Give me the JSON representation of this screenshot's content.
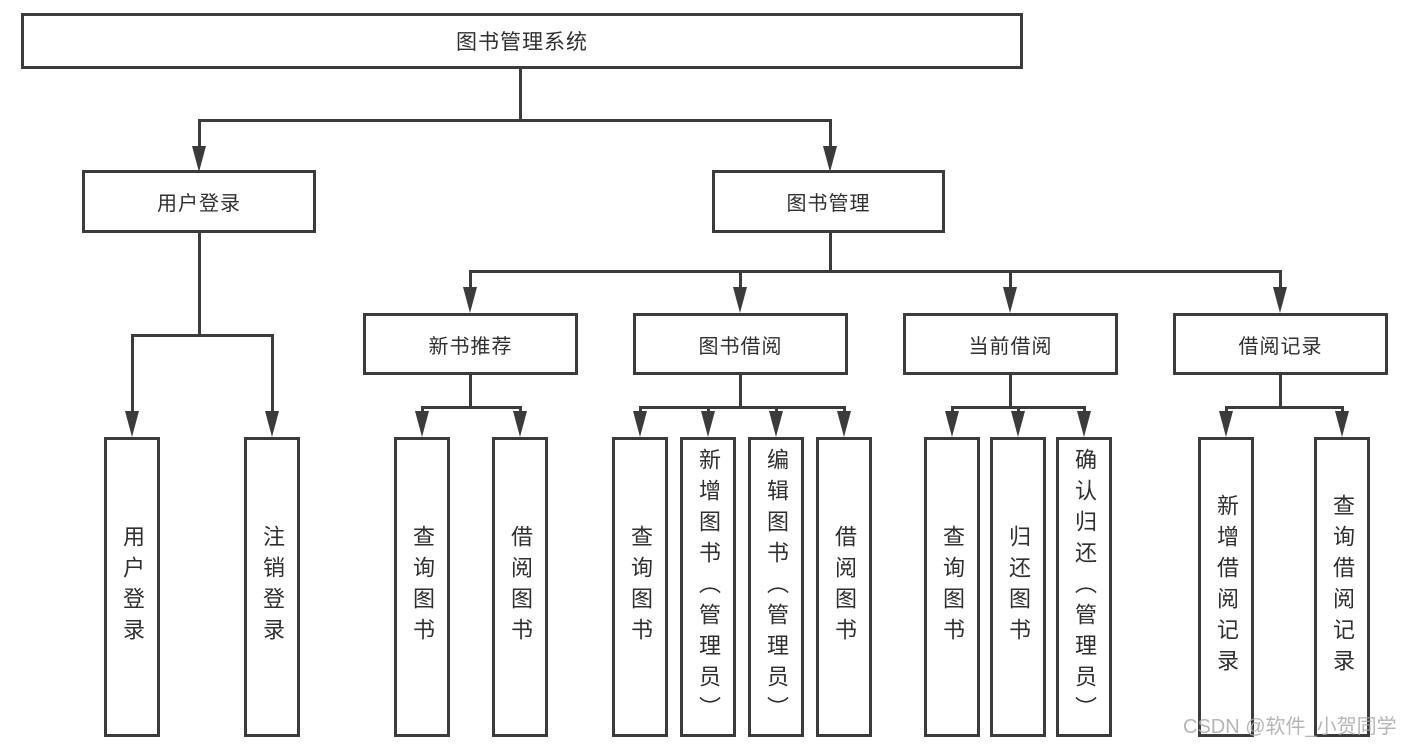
{
  "tree": {
    "label": "图书管理系统",
    "children": [
      {
        "label": "用户登录",
        "children": [
          {
            "label": "用户登录"
          },
          {
            "label": "注销登录"
          }
        ]
      },
      {
        "label": "图书管理",
        "children": [
          {
            "label": "新书推荐",
            "children": [
              {
                "label": "查询图书"
              },
              {
                "label": "借阅图书"
              }
            ]
          },
          {
            "label": "图书借阅",
            "children": [
              {
                "label": "查询图书"
              },
              {
                "label": "新增图书（管理员）"
              },
              {
                "label": "编辑图书（管理员）"
              },
              {
                "label": "借阅图书"
              }
            ]
          },
          {
            "label": "当前借阅",
            "children": [
              {
                "label": "查询图书"
              },
              {
                "label": "归还图书"
              },
              {
                "label": "确认归还（管理员）"
              }
            ]
          },
          {
            "label": "借阅记录",
            "children": [
              {
                "label": "新增借阅记录"
              },
              {
                "label": "查询借阅记录"
              }
            ]
          }
        ]
      }
    ]
  },
  "watermark": {
    "text": "CSDN @软件_小贺同学"
  },
  "colors": {
    "line": "#3b3b3b",
    "text": "#2f2f2f",
    "background": "#ffffff",
    "watermark": "#a9a9a9"
  }
}
